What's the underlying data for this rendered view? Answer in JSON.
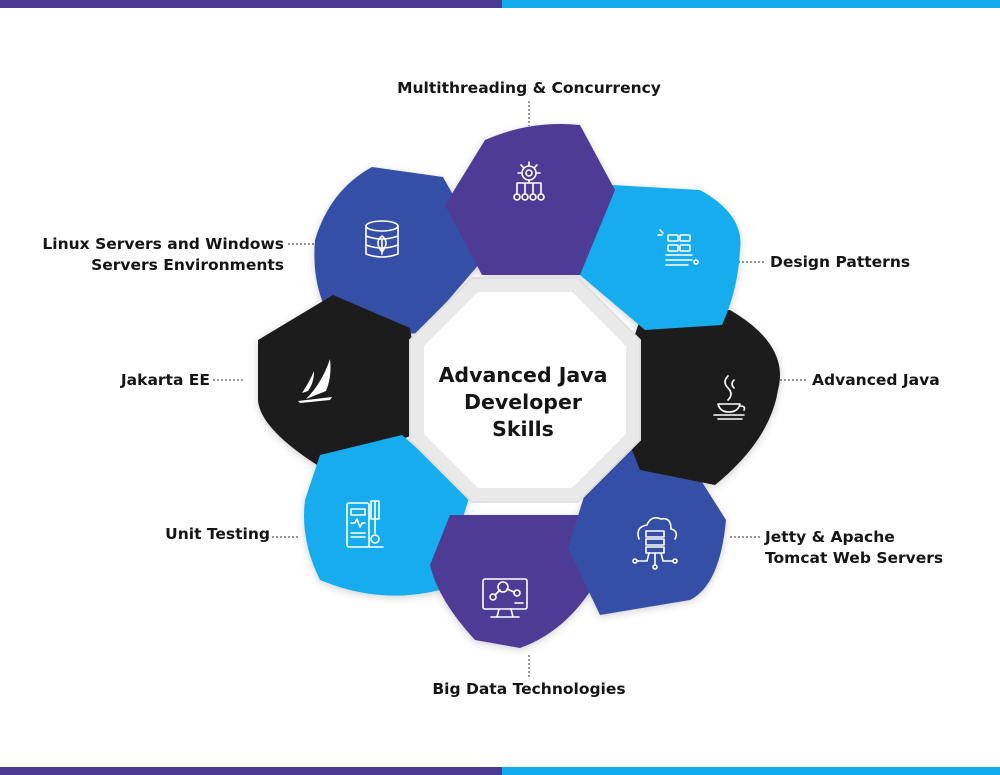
{
  "title": "Advanced Java Developer Skills",
  "colors": {
    "purple": "#4d3a95",
    "cyan": "#12acee",
    "blue": "#344fa6",
    "black": "#1b1b1b",
    "bar_left": "#4d3a95",
    "bar_right": "#12acee"
  },
  "segments": [
    {
      "label": "Multithreading & Concurrency",
      "icon": "gear-network-icon",
      "color": "purple"
    },
    {
      "label": "Design Patterns",
      "icon": "layout-pattern-icon",
      "color": "cyan"
    },
    {
      "label": "Advanced Java",
      "icon": "java-cup-icon",
      "color": "black"
    },
    {
      "label": "Jetty & Apache Tomcat Web Servers",
      "label_lines": [
        "Jetty & Apache",
        "Tomcat Web Servers"
      ],
      "icon": "cloud-server-icon",
      "color": "blue"
    },
    {
      "label": "Big Data Technologies",
      "icon": "data-monitor-icon",
      "color": "purple"
    },
    {
      "label": "Unit Testing",
      "icon": "test-machine-icon",
      "color": "cyan"
    },
    {
      "label": "Jakarta EE",
      "icon": "jakarta-sail-icon",
      "color": "black"
    },
    {
      "label": "Linux Servers and Windows Servers Environments",
      "label_lines": [
        "Linux Servers and Windows",
        "Servers Environments"
      ],
      "icon": "database-leaf-icon",
      "color": "blue"
    }
  ]
}
